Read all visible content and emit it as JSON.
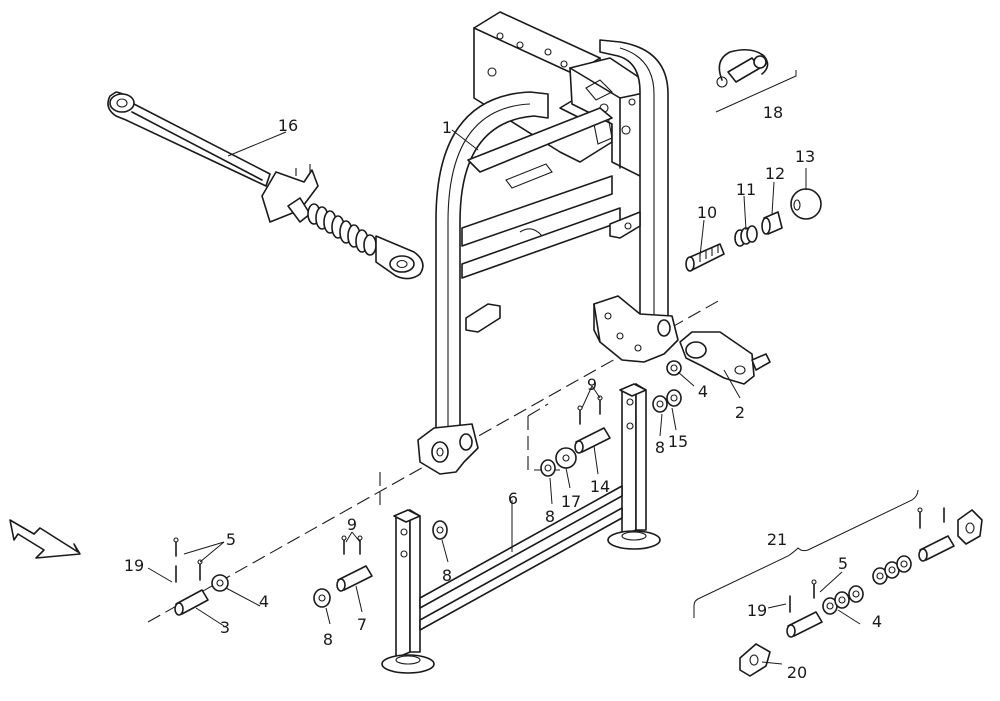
{
  "callouts": {
    "c1": "1",
    "c2": "2",
    "c3": "3",
    "c4a": "4",
    "c4b": "4",
    "c4c": "4",
    "c5a": "5",
    "c5b": "5",
    "c6": "6",
    "c7": "7",
    "c8a": "8",
    "c8b": "8",
    "c8c": "8",
    "c8d": "8",
    "c9a": "9",
    "c9b": "9",
    "c10": "10",
    "c11": "11",
    "c12": "12",
    "c13": "13",
    "c14": "14",
    "c15": "15",
    "c16": "16",
    "c17": "17",
    "c18": "18",
    "c19a": "19",
    "c19b": "19",
    "c20": "20",
    "c21": "21"
  }
}
